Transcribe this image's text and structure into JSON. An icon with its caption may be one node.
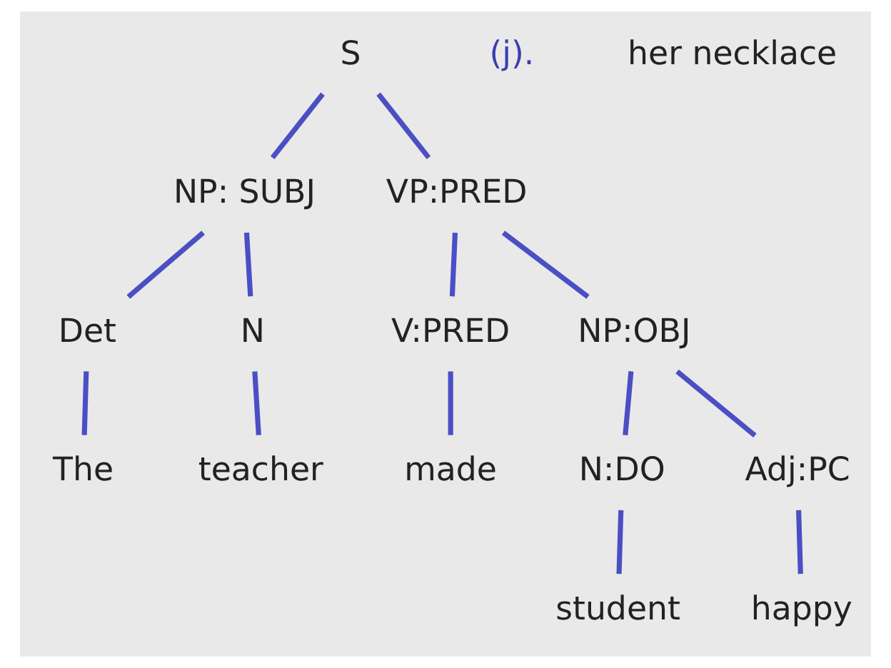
{
  "diagram": {
    "nodes": [
      {
        "text": [
          "S"
        ]
      },
      {
        "text": [
          "NP: SUBJ"
        ]
      },
      {
        "text": [
          "VP:PRED"
        ]
      },
      {
        "text": [
          "Det"
        ]
      },
      {
        "text": [
          "N"
        ]
      },
      {
        "text": [
          "V:PRED"
        ]
      },
      {
        "text": [
          "NP:OBJ"
        ]
      },
      {
        "text": [
          "The"
        ]
      },
      {
        "text": [
          "teacher"
        ]
      },
      {
        "text": [
          "made"
        ]
      },
      {
        "text": [
          "N:DO"
        ]
      },
      {
        "text": [
          "Adj:PC"
        ]
      },
      {
        "text": [
          "student"
        ]
      },
      {
        "text": [
          "happy"
        ]
      }
    ],
    "edges": [
      {
        "from": 0,
        "to": 1,
        "arrow": "none"
      },
      {
        "from": 0,
        "to": 2,
        "arrow": "none"
      },
      {
        "from": 1,
        "to": 3,
        "arrow": "none"
      },
      {
        "from": 1,
        "to": 4,
        "arrow": "none"
      },
      {
        "from": 2,
        "to": 5,
        "arrow": "none"
      },
      {
        "from": 2,
        "to": 6,
        "arrow": "none"
      },
      {
        "from": 3,
        "to": 7,
        "arrow": "none"
      },
      {
        "from": 4,
        "to": 8,
        "arrow": "none"
      },
      {
        "from": 5,
        "to": 9,
        "arrow": "none"
      },
      {
        "from": 6,
        "to": 10,
        "arrow": "none"
      },
      {
        "from": 6,
        "to": 11,
        "arrow": "none"
      },
      {
        "from": 10,
        "to": 12,
        "arrow": "none"
      },
      {
        "from": 11,
        "to": 13,
        "arrow": "none"
      }
    ],
    "labels": [
      "(j).",
      "her necklace"
    ]
  }
}
